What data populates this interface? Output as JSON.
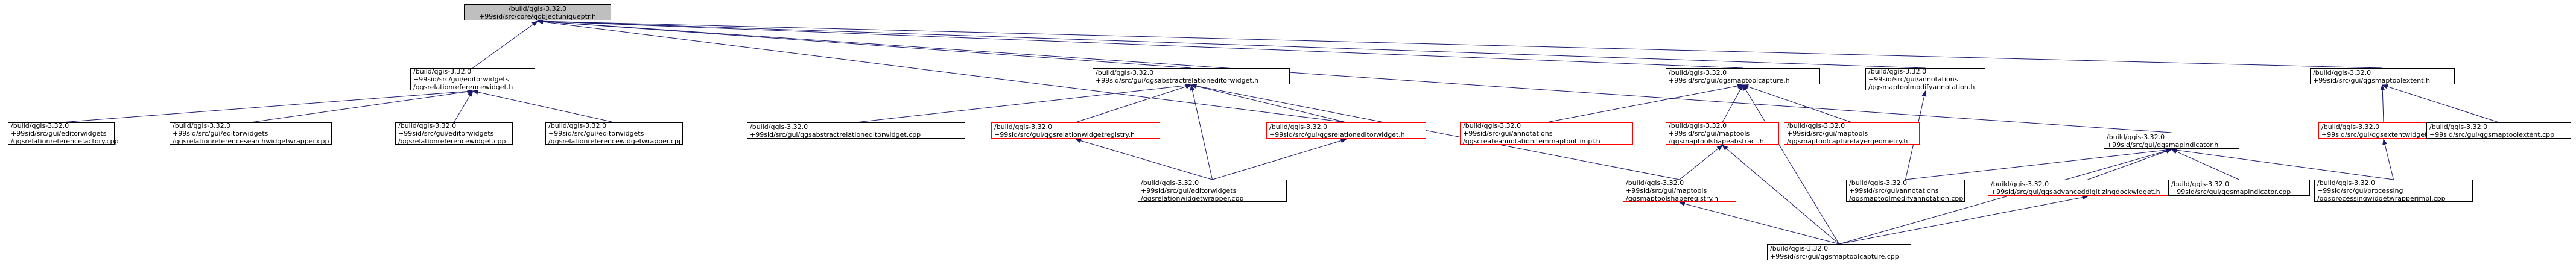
{
  "diagram": {
    "type": "include-dependency-graph",
    "colors": {
      "root_fill": "#bfbfbf",
      "node_border": "#000000",
      "incomplete_border": "#ff0000",
      "edge": "#191970"
    },
    "nodes": [
      {
        "id": "root",
        "lines": [
          "/build/qgis-3.32.0",
          "+99sid/src/core/qobjectuniqueptr.h"
        ],
        "style": "root"
      },
      {
        "id": "relref_h",
        "lines": [
          "/build/qgis-3.32.0",
          "+99sid/src/gui/editorwidgets",
          "/qgsrelationreferencewidget.h"
        ],
        "style": "normal"
      },
      {
        "id": "absrel_h",
        "lines": [
          "/build/qgis-3.32.0",
          "+99sid/src/gui/qgsabstractrelationeditorwidget.h"
        ],
        "style": "normal"
      },
      {
        "id": "maptoolcap_h",
        "lines": [
          "/build/qgis-3.32.0",
          "+99sid/src/gui/qgsmaptoolcapture.h"
        ],
        "style": "normal"
      },
      {
        "id": "annot_h",
        "lines": [
          "/build/qgis-3.32.0",
          "+99sid/src/gui/annotations",
          "/qgsmaptoolmodifyannotation.h"
        ],
        "style": "normal"
      },
      {
        "id": "extent_h",
        "lines": [
          "/build/qgis-3.32.0",
          "+99sid/src/gui/qgsmaptoolextent.h"
        ],
        "style": "normal"
      },
      {
        "id": "mapind_h",
        "lines": [
          "/build/qgis-3.32.0",
          "+99sid/src/gui/qgsmapindicator.h"
        ],
        "style": "normal"
      },
      {
        "id": "relfactory",
        "lines": [
          "/build/qgis-3.32.0",
          "+99sid/src/gui/editorwidgets",
          "/qgsrelationreferencefactory.cpp"
        ],
        "style": "normal"
      },
      {
        "id": "relsearch",
        "lines": [
          "/build/qgis-3.32.0",
          "+99sid/src/gui/editorwidgets",
          "/qgsrelationreferencesearchwidgetwrapper.cpp"
        ],
        "style": "normal"
      },
      {
        "id": "relrefcpp",
        "lines": [
          "/build/qgis-3.32.0",
          "+99sid/src/gui/editorwidgets",
          "/qgsrelationreferencewidget.cpp"
        ],
        "style": "normal"
      },
      {
        "id": "relrefwrap",
        "lines": [
          "/build/qgis-3.32.0",
          "+99sid/src/gui/editorwidgets",
          "/qgsrelationreferencewidgetwrapper.cpp"
        ],
        "style": "normal"
      },
      {
        "id": "absrelcpp",
        "lines": [
          "/build/qgis-3.32.0",
          "+99sid/src/gui/qgsabstractrelationeditorwidget.cpp"
        ],
        "style": "normal"
      },
      {
        "id": "relreg",
        "lines": [
          "/build/qgis-3.32.0",
          "+99sid/src/gui/qgsrelationwidgetregistry.h"
        ],
        "style": "red"
      },
      {
        "id": "releditor_h",
        "lines": [
          "/build/qgis-3.32.0",
          "+99sid/src/gui/qgsrelationeditorwidget.h"
        ],
        "style": "red"
      },
      {
        "id": "relwrap",
        "lines": [
          "/build/qgis-3.32.0",
          "+99sid/src/gui/editorwidgets",
          "/qgsrelationwidgetwrapper.cpp"
        ],
        "style": "normal"
      },
      {
        "id": "createannot",
        "lines": [
          "/build/qgis-3.32.0",
          "+99sid/src/gui/annotations",
          "/qgscreateannotationitemmaptool_impl.h"
        ],
        "style": "red"
      },
      {
        "id": "shapeabs",
        "lines": [
          "/build/qgis-3.32.0",
          "+99sid/src/gui/maptools",
          "/qgsmaptoolshapeabstract.h"
        ],
        "style": "red"
      },
      {
        "id": "shapereg",
        "lines": [
          "/build/qgis-3.32.0",
          "+99sid/src/gui/maptools",
          "/qgsmaptoolshaperegistry.h"
        ],
        "style": "red"
      },
      {
        "id": "capturegeom",
        "lines": [
          "/build/qgis-3.32.0",
          "+99sid/src/gui/maptools",
          "/qgsmaptoolcapturelayergeometry.h"
        ],
        "style": "red"
      },
      {
        "id": "capturecpp",
        "lines": [
          "/build/qgis-3.32.0",
          "+99sid/src/gui/qgsmaptoolcapture.cpp"
        ],
        "style": "normal"
      },
      {
        "id": "annotcpp",
        "lines": [
          "/build/qgis-3.32.0",
          "+99sid/src/gui/annotations",
          "/qgsmaptoolmodifyannotation.cpp"
        ],
        "style": "normal"
      },
      {
        "id": "extentwidget",
        "lines": [
          "/build/qgis-3.32.0",
          "+99sid/src/gui/qgsextentwidget.h"
        ],
        "style": "red"
      },
      {
        "id": "extentcpp",
        "lines": [
          "/build/qgis-3.32.0",
          "+99sid/src/gui/qgsmaptoolextent.cpp"
        ],
        "style": "normal"
      },
      {
        "id": "advdig",
        "lines": [
          "/build/qgis-3.32.0",
          "+99sid/src/gui/qgsadvanceddigitizingdockwidget.h"
        ],
        "style": "red"
      },
      {
        "id": "mapindcpp",
        "lines": [
          "/build/qgis-3.32.0",
          "+99sid/src/gui/qgsmapindicator.cpp"
        ],
        "style": "normal"
      },
      {
        "id": "procwrap",
        "lines": [
          "/build/qgis-3.32.0",
          "+99sid/src/gui/processing",
          "/qgsprocessingwidgetwrapperimpl.cpp"
        ],
        "style": "normal"
      }
    ],
    "edges": [
      [
        "relref_h",
        "root"
      ],
      [
        "absrel_h",
        "root"
      ],
      [
        "maptoolcap_h",
        "root"
      ],
      [
        "annot_h",
        "root"
      ],
      [
        "extent_h",
        "root"
      ],
      [
        "mapind_h",
        "root"
      ],
      [
        "releditor_h",
        "root"
      ],
      [
        "relfactory",
        "relref_h"
      ],
      [
        "relsearch",
        "relref_h"
      ],
      [
        "relrefcpp",
        "relref_h"
      ],
      [
        "relrefwrap",
        "relref_h"
      ],
      [
        "absrelcpp",
        "absrel_h"
      ],
      [
        "relreg",
        "absrel_h"
      ],
      [
        "releditor_h",
        "absrel_h"
      ],
      [
        "relwrap",
        "absrel_h"
      ],
      [
        "shapereg",
        "absrel_h"
      ],
      [
        "relwrap",
        "relreg"
      ],
      [
        "relwrap",
        "releditor_h"
      ],
      [
        "createannot",
        "maptoolcap_h"
      ],
      [
        "shapeabs",
        "maptoolcap_h"
      ],
      [
        "capturegeom",
        "maptoolcap_h"
      ],
      [
        "capturecpp",
        "maptoolcap_h"
      ],
      [
        "shapereg",
        "shapeabs"
      ],
      [
        "capturecpp",
        "shapeabs"
      ],
      [
        "capturecpp",
        "shapereg"
      ],
      [
        "annotcpp",
        "annot_h"
      ],
      [
        "extentwidget",
        "extent_h"
      ],
      [
        "extentcpp",
        "extent_h"
      ],
      [
        "annotcpp",
        "mapind_h"
      ],
      [
        "advdig",
        "mapind_h"
      ],
      [
        "mapindcpp",
        "mapind_h"
      ],
      [
        "procwrap",
        "mapind_h"
      ],
      [
        "capturecpp",
        "mapind_h"
      ],
      [
        "capturecpp",
        "advdig"
      ],
      [
        "procwrap",
        "extentwidget"
      ]
    ]
  }
}
